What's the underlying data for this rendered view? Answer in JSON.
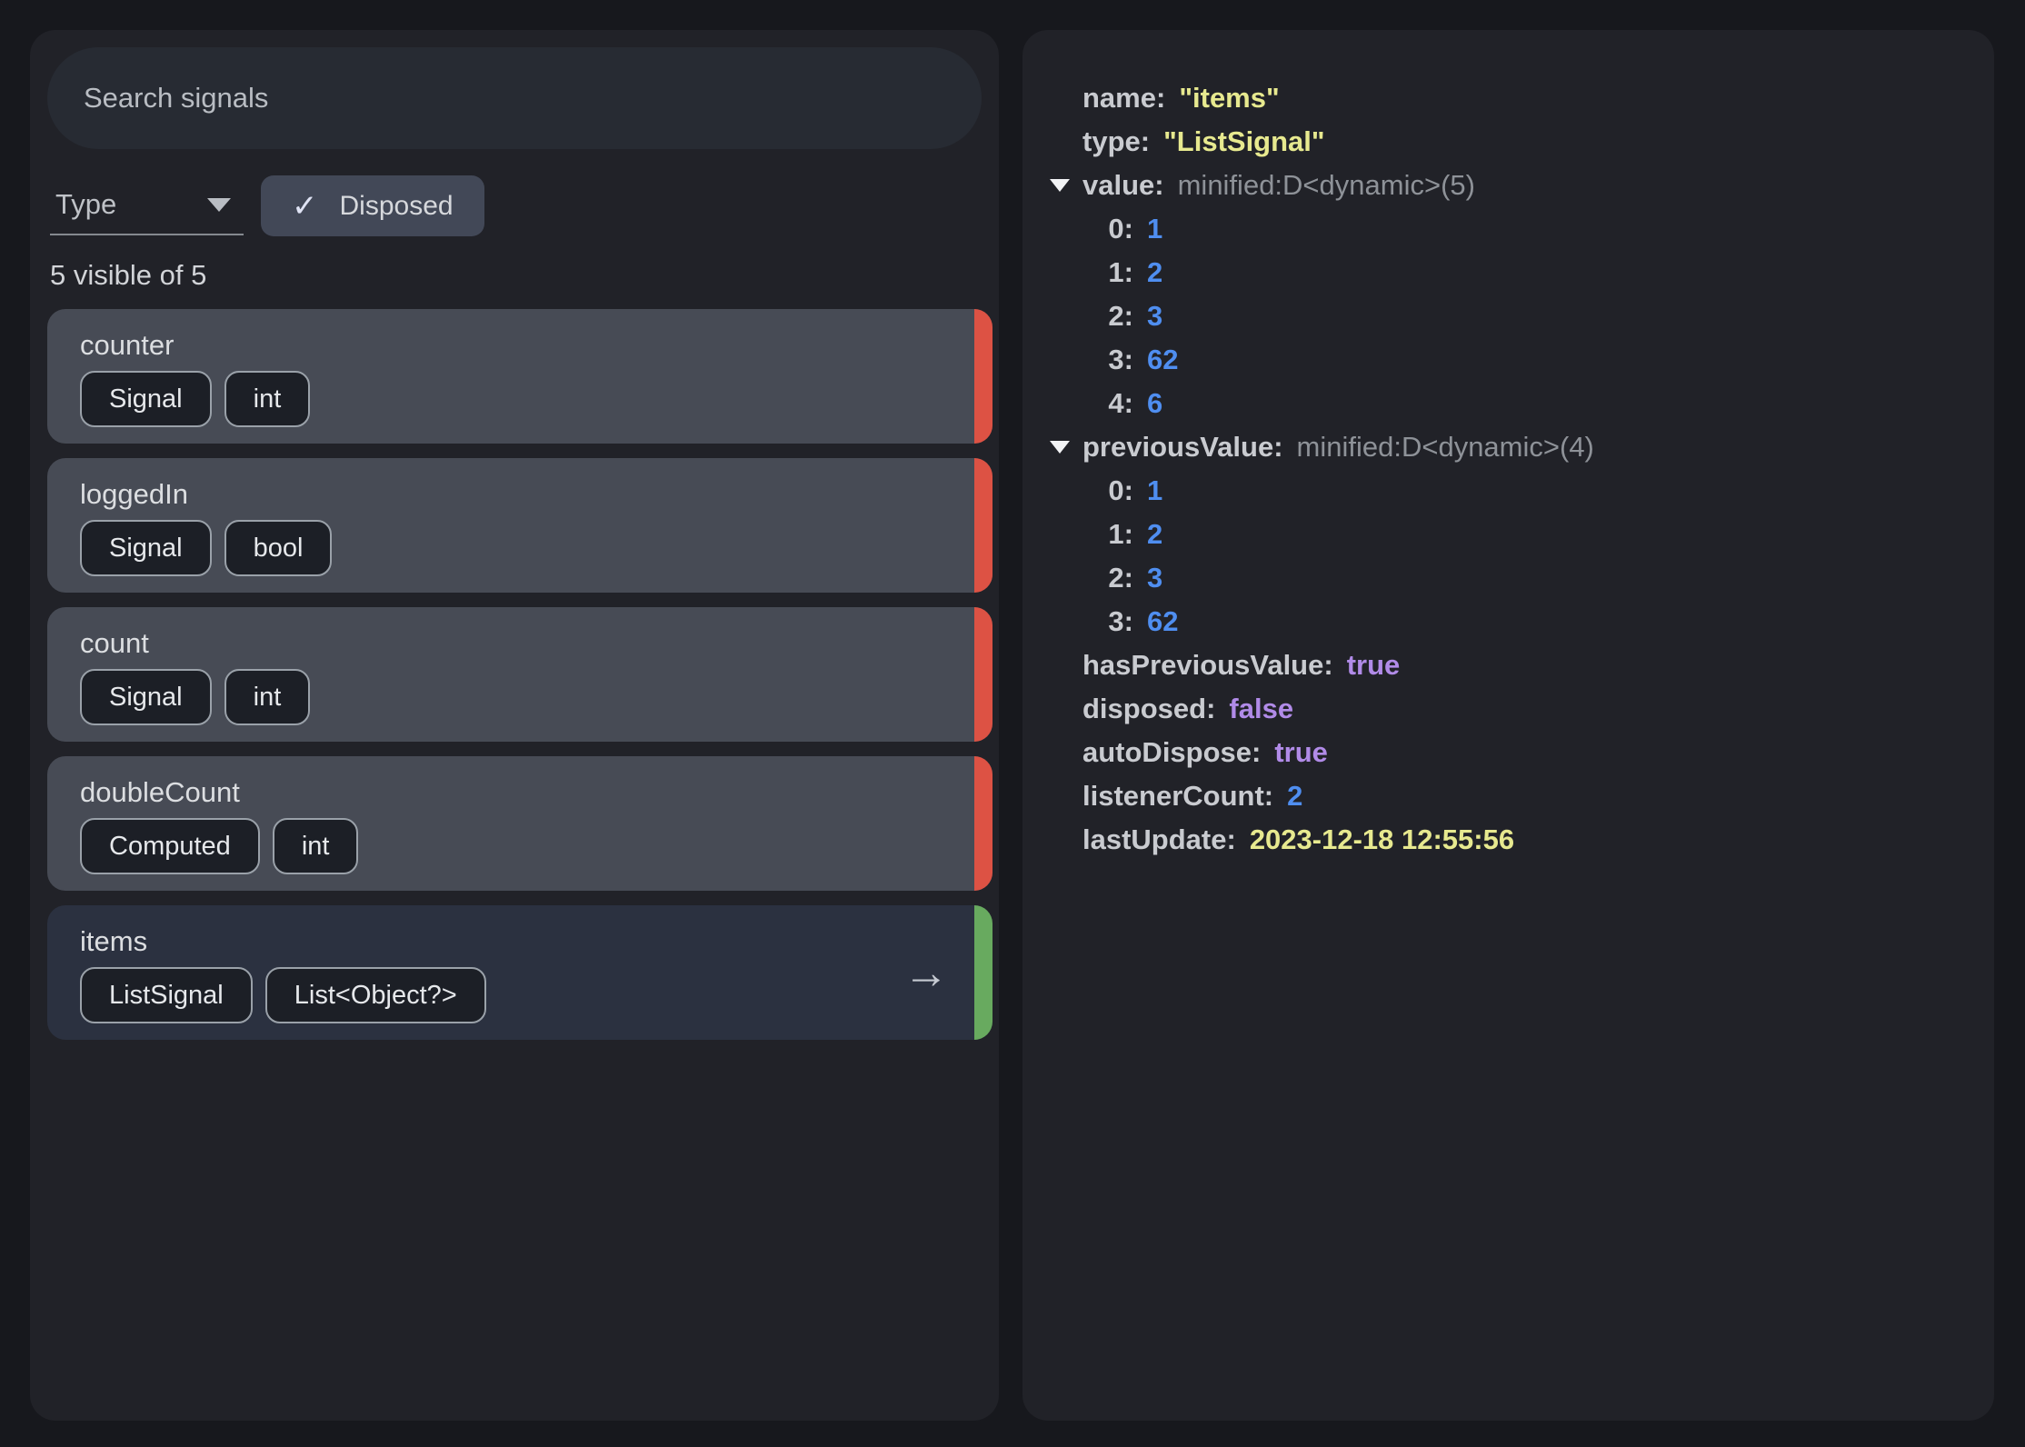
{
  "left_panel": {
    "search": {
      "placeholder": "Search signals"
    },
    "type_filter": {
      "label": "Type"
    },
    "disposed_filter": {
      "label": "Disposed",
      "checked": true
    },
    "visible_count": "5 visible of 5",
    "signals": [
      {
        "name": "counter",
        "badges": [
          "Signal",
          "int"
        ],
        "status_color": "#dd5244",
        "selected": false
      },
      {
        "name": "loggedIn",
        "badges": [
          "Signal",
          "bool"
        ],
        "status_color": "#dd5244",
        "selected": false
      },
      {
        "name": "count",
        "badges": [
          "Signal",
          "int"
        ],
        "status_color": "#dd5244",
        "selected": false
      },
      {
        "name": "doubleCount",
        "badges": [
          "Computed",
          "int"
        ],
        "status_color": "#dd5244",
        "selected": false
      },
      {
        "name": "items",
        "badges": [
          "ListSignal",
          "List<Object?>"
        ],
        "status_color": "#68aa5f",
        "selected": true
      }
    ]
  },
  "detail_panel": {
    "rows": [
      {
        "key": "name:",
        "value": "\"items\"",
        "type": "string",
        "level": 0,
        "expander": false
      },
      {
        "key": "type:",
        "value": "\"ListSignal\"",
        "type": "string",
        "level": 0,
        "expander": false
      },
      {
        "key": "value:",
        "value": "minified:D<dynamic>(5)",
        "type": "meta",
        "level": 0,
        "expander": true
      },
      {
        "key": "0:",
        "value": "1",
        "type": "number",
        "level": 1,
        "expander": false
      },
      {
        "key": "1:",
        "value": "2",
        "type": "number",
        "level": 1,
        "expander": false
      },
      {
        "key": "2:",
        "value": "3",
        "type": "number",
        "level": 1,
        "expander": false
      },
      {
        "key": "3:",
        "value": "62",
        "type": "number",
        "level": 1,
        "expander": false
      },
      {
        "key": "4:",
        "value": "6",
        "type": "number",
        "level": 1,
        "expander": false
      },
      {
        "key": "previousValue:",
        "value": "minified:D<dynamic>(4)",
        "type": "meta",
        "level": 0,
        "expander": true
      },
      {
        "key": "0:",
        "value": "1",
        "type": "number",
        "level": 1,
        "expander": false
      },
      {
        "key": "1:",
        "value": "2",
        "type": "number",
        "level": 1,
        "expander": false
      },
      {
        "key": "2:",
        "value": "3",
        "type": "number",
        "level": 1,
        "expander": false
      },
      {
        "key": "3:",
        "value": "62",
        "type": "number",
        "level": 1,
        "expander": false
      },
      {
        "key": "hasPreviousValue:",
        "value": "true",
        "type": "bool",
        "level": 0,
        "expander": false
      },
      {
        "key": "disposed:",
        "value": "false",
        "type": "bool",
        "level": 0,
        "expander": false
      },
      {
        "key": "autoDispose:",
        "value": "true",
        "type": "bool",
        "level": 0,
        "expander": false
      },
      {
        "key": "listenerCount:",
        "value": "2",
        "type": "number",
        "level": 0,
        "expander": false
      },
      {
        "key": "lastUpdate:",
        "value": "2023-12-18 12:55:56",
        "type": "datetime",
        "level": 0,
        "expander": false
      }
    ]
  },
  "icons": {
    "disposed_check": "✓",
    "selected_arrow": "→"
  },
  "colors": {
    "status_red": "#dd5244",
    "status_green": "#68aa5f",
    "value_string": "#e7e98f",
    "value_number": "#4f8ef0",
    "value_bool": "#b18be8",
    "value_datetime": "#e7e98f",
    "value_meta": "#8e9298"
  }
}
